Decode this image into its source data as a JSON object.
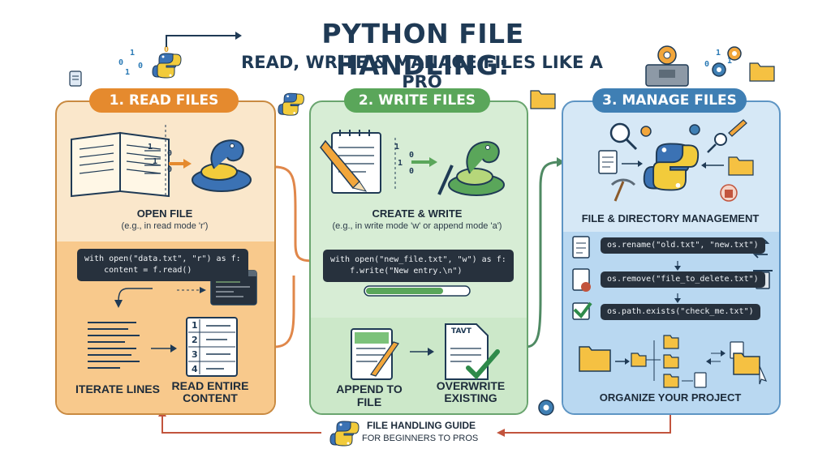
{
  "title": {
    "line1": "PYTHON FILE HANDLING:",
    "line2": "READ, WRITE & MANAGE FILES LIKE A PRO"
  },
  "read": {
    "heading": "1. READ FILES",
    "open_label": "OPEN FILE",
    "open_sub": "(e.g., in read mode 'r')",
    "code_line1": "with open(\"data.txt\", \"r\") as f:",
    "code_line2": "    content = f.read()",
    "iterate_label": "ITERATE LINES",
    "read_entire_label": "READ ENTIRE\nCONTENT",
    "stream_bits": [
      "1",
      "0",
      "1",
      "0"
    ],
    "line_numbers": [
      "1",
      "2",
      "3",
      "4"
    ]
  },
  "write": {
    "heading": "2. WRITE FILES",
    "create_label": "CREATE & WRITE",
    "create_sub": "(e.g., in write mode 'w' or append mode 'a')",
    "code_line1": "with open(\"new_file.txt\", \"w\") as f:",
    "code_line2": "    f.write(\"New entry.\\n\")",
    "append_label": "APPEND TO FILE",
    "overwrite_label": "OVERWRITE\nEXISTING",
    "doc_text": "TAVT",
    "progress": 0.75,
    "stream_bits": [
      "1",
      "0",
      "1",
      "0"
    ]
  },
  "manage": {
    "heading": "3. MANAGE FILES",
    "fdm_label": "FILE & DIRECTORY MANAGEMENT",
    "cmd_rename": "os.rename(\"old.txt\", \"new.txt\")",
    "cmd_remove": "os.remove(\"file_to_delete.txt\")",
    "cmd_exists": "os.path.exists(\"check_me.txt\")",
    "organize_label": "ORGANIZE YOUR PROJECT"
  },
  "footer": {
    "line1": "FILE HANDLING GUIDE",
    "line2": "FOR BEGINNERS TO PROS"
  },
  "binary_decor": [
    "0",
    "1",
    "1",
    "0",
    "0",
    "1",
    "0",
    "1",
    "0",
    "1",
    "0",
    "1"
  ],
  "colors": {
    "read_accent": "#e58a2e",
    "write_accent": "#5aa65a",
    "manage_accent": "#3f7fb4",
    "python_blue": "#3b72b4",
    "python_yellow": "#f2cb3b"
  }
}
